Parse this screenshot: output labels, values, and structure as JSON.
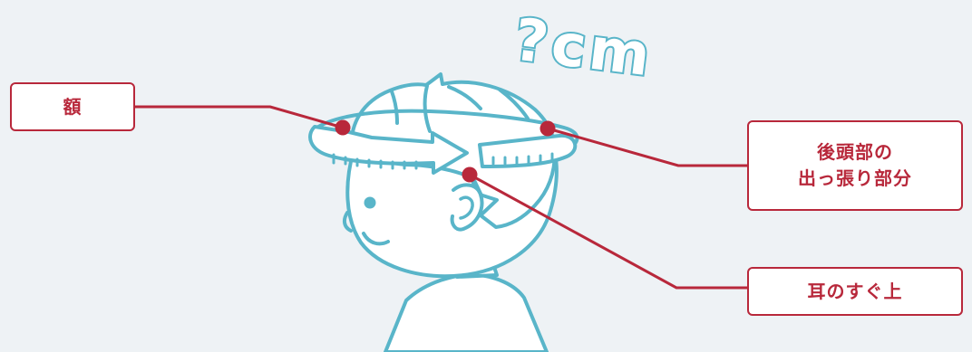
{
  "labels": {
    "forehead": "額",
    "back_head_line1": "後頭部の",
    "back_head_line2": "出っ張り部分",
    "above_ear": "耳のすぐ上"
  },
  "measurement_text": "?cm",
  "colors": {
    "background": "#eef2f5",
    "illustration_line": "#59b5c9",
    "accent": "#b8283b",
    "fill": "#ffffff"
  }
}
